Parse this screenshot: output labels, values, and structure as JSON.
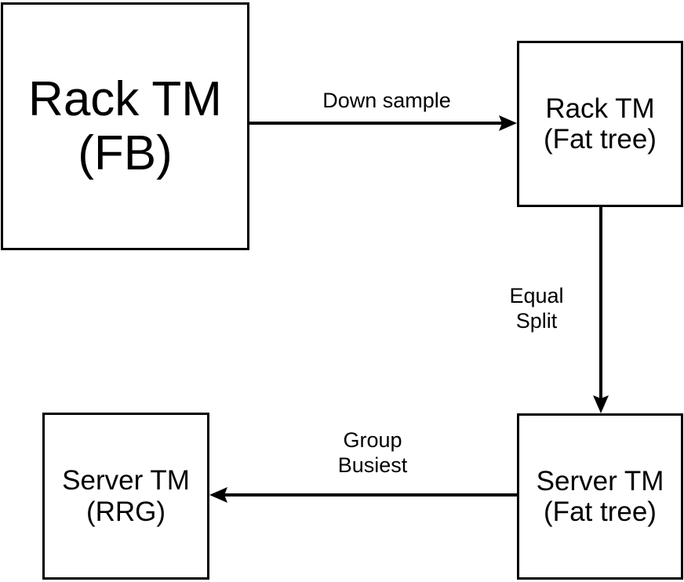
{
  "diagram": {
    "type": "flow-diagram",
    "background_color": "#ffffff",
    "stroke_color": "#000000",
    "nodes": [
      {
        "id": "rack-tm-fb",
        "lines": [
          "Rack TM",
          "(FB)"
        ],
        "line1": "Rack TM",
        "line2": "(FB)"
      },
      {
        "id": "rack-tm-fat-tree",
        "lines": [
          "Rack TM",
          "(Fat tree)"
        ],
        "line1": "Rack TM",
        "line2": "(Fat tree)"
      },
      {
        "id": "server-tm-rrg",
        "lines": [
          "Server TM",
          "(RRG)"
        ],
        "line1": "Server TM",
        "line2": "(RRG)"
      },
      {
        "id": "server-tm-fat-tree",
        "lines": [
          "Server TM",
          "(Fat tree)"
        ],
        "line1": "Server TM",
        "line2": "(Fat tree)"
      }
    ],
    "edges": [
      {
        "id": "down-sample",
        "from": "rack-tm-fb",
        "to": "rack-tm-fat-tree",
        "direction": "right",
        "line1": "Down sample",
        "line2": ""
      },
      {
        "id": "equal-split",
        "from": "rack-tm-fat-tree",
        "to": "server-tm-fat-tree",
        "direction": "down",
        "line1": "Equal",
        "line2": "Split"
      },
      {
        "id": "group-busiest",
        "from": "server-tm-fat-tree",
        "to": "server-tm-rrg",
        "direction": "left",
        "line1": "Group",
        "line2": "Busiest"
      }
    ]
  }
}
